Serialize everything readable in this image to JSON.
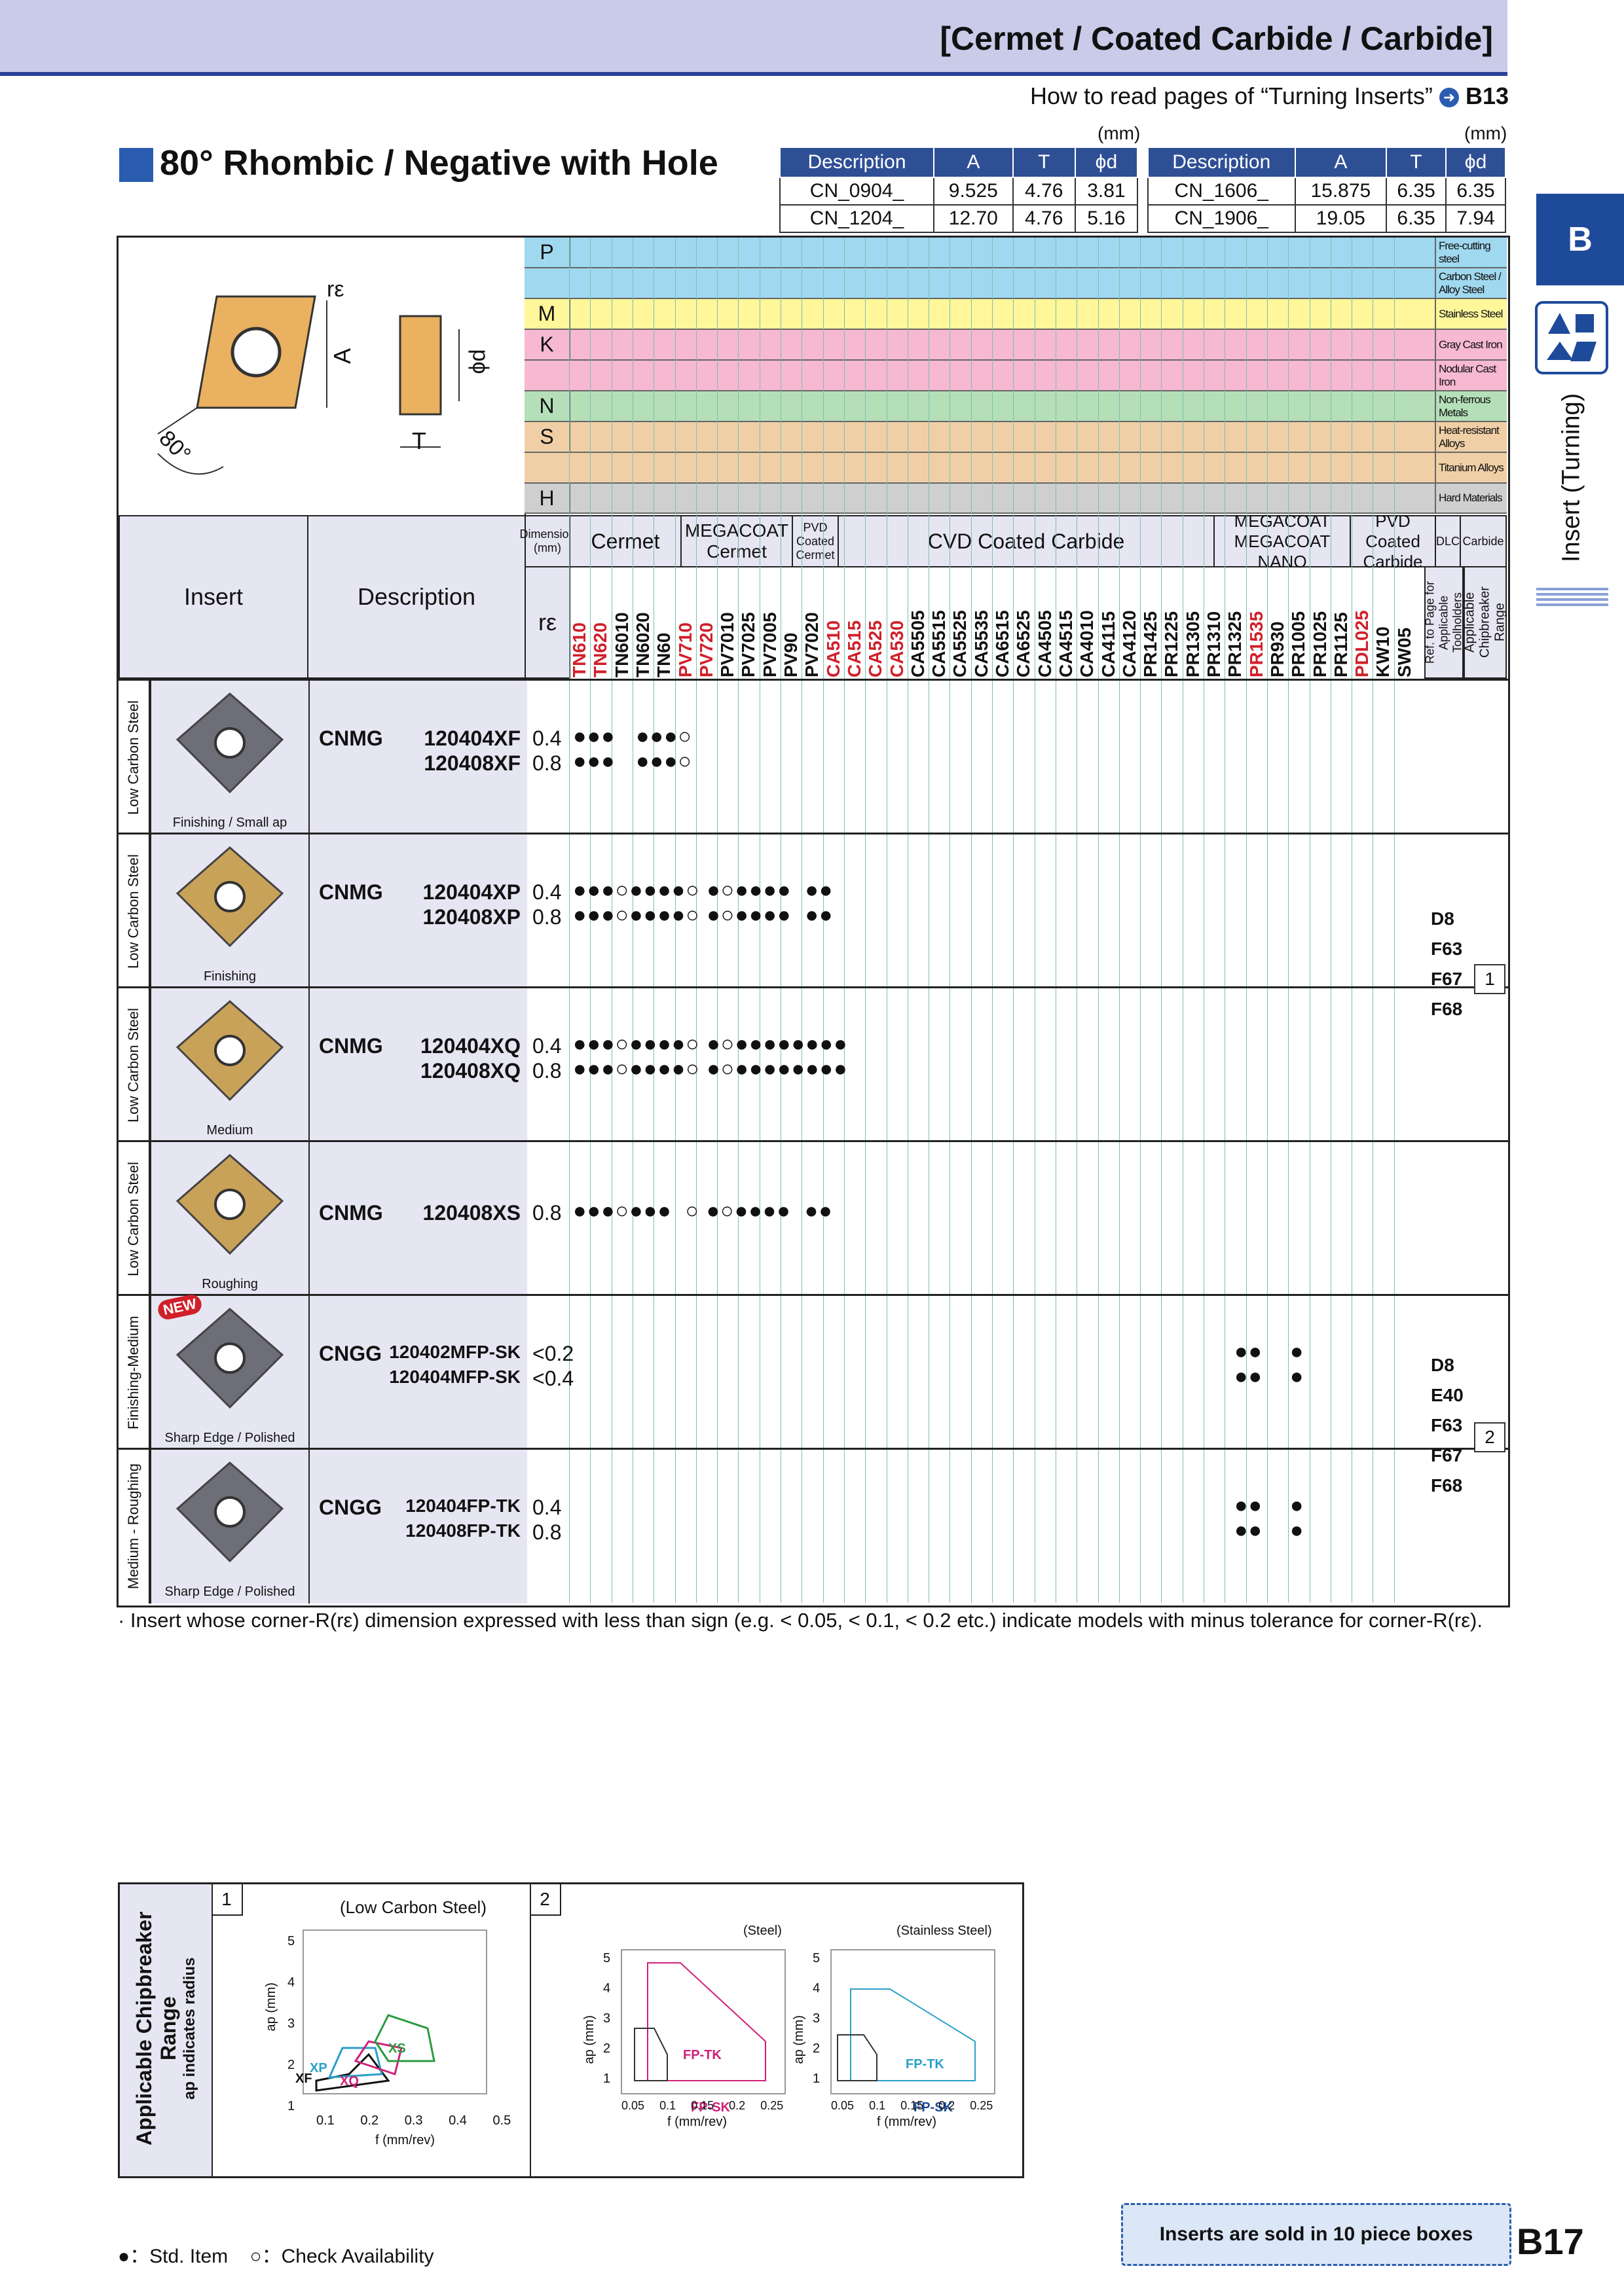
{
  "header": {
    "title": "[Cermet / Coated Carbide / Carbide]",
    "howto": "How to read pages of “Turning Inserts”",
    "howto_ref": "B13"
  },
  "side": {
    "tab": "B",
    "label": "Insert (Turning)"
  },
  "page_title": "80° Rhombic / Negative with Hole",
  "dim_tables": [
    {
      "unit": "(mm)",
      "headers": [
        "Description",
        "A",
        "T",
        "ϕd"
      ],
      "rows": [
        [
          "CN_0904_",
          "9.525",
          "4.76",
          "3.81"
        ],
        [
          "CN_1204_",
          "12.70",
          "4.76",
          "5.16"
        ]
      ]
    },
    {
      "unit": "(mm)",
      "headers": [
        "Description",
        "A",
        "T",
        "ϕd"
      ],
      "rows": [
        [
          "CN_1606_",
          "15.875",
          "6.35",
          "6.35"
        ],
        [
          "CN_1906_",
          "19.05",
          "6.35",
          "7.94"
        ]
      ]
    }
  ],
  "diagram_labels": {
    "re": "rε",
    "a": "A",
    "t": "T",
    "d": "ϕd",
    "angle": "80°"
  },
  "materials": [
    {
      "letter": "P",
      "names": [
        "Free-cutting steel",
        "Carbon Steel / Alloy Steel"
      ],
      "color": "#9fd8ef"
    },
    {
      "letter": "M",
      "names": [
        "Stainless Steel"
      ],
      "color": "#fff79a"
    },
    {
      "letter": "K",
      "names": [
        "Gray Cast Iron",
        "Nodular Cast Iron"
      ],
      "color": "#f7b8d2"
    },
    {
      "letter": "N",
      "names": [
        "Non-ferrous Metals"
      ],
      "color": "#b5dfb8"
    },
    {
      "letter": "S",
      "names": [
        "Heat-resistant Alloys",
        "Titanium Alloys"
      ],
      "color": "#f0cfa6"
    },
    {
      "letter": "H",
      "names": [
        "Hard Materials"
      ],
      "color": "#cfcfcf"
    }
  ],
  "col_headers": {
    "insert": "Insert",
    "description": "Description",
    "dimension": "Dimension (mm)",
    "re": "rε",
    "groups": [
      "Cermet",
      "MEGACOAT Cermet",
      "PVD Coated Cermet",
      "CVD Coated Carbide",
      "MEGACOAT MEGACOAT NANO",
      "PVD Coated Carbide",
      "DLC",
      "Carbide"
    ],
    "ref": "Ref. to Page for Applicable Toolholders",
    "range": "Applicable Chipbreaker Range"
  },
  "grades": [
    {
      "name": "TN610",
      "color": "#d0202a"
    },
    {
      "name": "TN620",
      "color": "#d0202a"
    },
    {
      "name": "TN6010",
      "color": "#111"
    },
    {
      "name": "TN6020",
      "color": "#111"
    },
    {
      "name": "TN60",
      "color": "#111"
    },
    {
      "name": "PV710",
      "color": "#d0202a"
    },
    {
      "name": "PV720",
      "color": "#d0202a"
    },
    {
      "name": "PV7010",
      "color": "#111"
    },
    {
      "name": "PV7025",
      "color": "#111"
    },
    {
      "name": "PV7005",
      "color": "#111"
    },
    {
      "name": "PV90",
      "color": "#111"
    },
    {
      "name": "PV7020",
      "color": "#111"
    },
    {
      "name": "CA510",
      "color": "#d0202a"
    },
    {
      "name": "CA515",
      "color": "#d0202a"
    },
    {
      "name": "CA525",
      "color": "#d0202a"
    },
    {
      "name": "CA530",
      "color": "#d0202a"
    },
    {
      "name": "CA5505",
      "color": "#111"
    },
    {
      "name": "CA5515",
      "color": "#111"
    },
    {
      "name": "CA5525",
      "color": "#111"
    },
    {
      "name": "CA5535",
      "color": "#111"
    },
    {
      "name": "CA6515",
      "color": "#111"
    },
    {
      "name": "CA6525",
      "color": "#111"
    },
    {
      "name": "CA4505",
      "color": "#111"
    },
    {
      "name": "CA4515",
      "color": "#111"
    },
    {
      "name": "CA4010",
      "color": "#111"
    },
    {
      "name": "CA4115",
      "color": "#111"
    },
    {
      "name": "CA4120",
      "color": "#111"
    },
    {
      "name": "PR1425",
      "color": "#111"
    },
    {
      "name": "PR1225",
      "color": "#111"
    },
    {
      "name": "PR1305",
      "color": "#111"
    },
    {
      "name": "PR1310",
      "color": "#111"
    },
    {
      "name": "PR1325",
      "color": "#111"
    },
    {
      "name": "PR1535",
      "color": "#d0202a"
    },
    {
      "name": "PR930",
      "color": "#111"
    },
    {
      "name": "PR1005",
      "color": "#111"
    },
    {
      "name": "PR1025",
      "color": "#111"
    },
    {
      "name": "PR1125",
      "color": "#111"
    },
    {
      "name": "PDL025",
      "color": "#d0202a"
    },
    {
      "name": "KW10",
      "color": "#111"
    },
    {
      "name": "SW05",
      "color": "#111"
    }
  ],
  "rows": [
    {
      "steel": "Low Carbon Steel",
      "caption": "Finishing / Small ap",
      "code": "CNMG",
      "items": [
        {
          "num": "120404XF",
          "re": "0.4",
          "dots": "●●●   ●●●○"
        },
        {
          "num": "120408XF",
          "re": "0.8",
          "dots": "●●●   ●●●○"
        }
      ]
    },
    {
      "steel": "Low Carbon Steel",
      "caption": "Finishing",
      "code": "CNMG",
      "items": [
        {
          "num": "120404XP",
          "re": "0.4",
          "dots": "●●●○●●●●○ ●○●●●●  ●●"
        },
        {
          "num": "120408XP",
          "re": "0.8",
          "dots": "●●●○●●●●○ ●○●●●●  ●●"
        }
      ]
    },
    {
      "steel": "Low Carbon Steel",
      "caption": "Medium",
      "code": "CNMG",
      "items": [
        {
          "num": "120404XQ",
          "re": "0.4",
          "dots": "●●●○●●●●○ ●○●●●●●●●●"
        },
        {
          "num": "120408XQ",
          "re": "0.8",
          "dots": "●●●○●●●●○ ●○●●●●●●●●"
        }
      ]
    },
    {
      "steel": "Low Carbon Steel",
      "caption": "Roughing",
      "code": "CNMG",
      "items": [
        {
          "num": "120408XS",
          "re": "0.8",
          "dots": "●●●○●●●  ○ ●○●●●●  ●●"
        }
      ]
    },
    {
      "steel": "Finishing-Medium",
      "caption": "Sharp Edge / Polished",
      "code": "CNGG",
      "new": "NEW",
      "items": [
        {
          "num": "120402MFP-SK",
          "re": "<0.2",
          "dots": "●●    ●"
        },
        {
          "num": "120404MFP-SK",
          "re": "<0.4",
          "dots": "●●    ●"
        }
      ]
    },
    {
      "steel": "Medium - Roughing",
      "caption": "Sharp Edge / Polished",
      "code": "CNGG",
      "items": [
        {
          "num": "120404FP-TK",
          "re": "0.4",
          "dots": "●●    ●"
        },
        {
          "num": "120408FP-TK",
          "re": "0.8",
          "dots": "●●    ●"
        }
      ]
    }
  ],
  "refs_group1": [
    "D8",
    "F63",
    "F67",
    "F68"
  ],
  "range_group1": "1",
  "refs_group2": [
    "D8",
    "E40",
    "F63",
    "F67",
    "F68"
  ],
  "range_group2": "2",
  "note": "· Insert whose corner-R(rε) dimension expressed with less than sign (e.g. < 0.05, < 0.1, < 0.2 etc.) indicate models with minus tolerance for corner-R(rε).",
  "chipbreaker": {
    "title": "Applicable Chipbreaker Range",
    "subtitle": "ap indicates radius",
    "panel1": {
      "no": "1",
      "caption": "(Low Carbon Steel)",
      "xlabel": "f (mm/rev)",
      "ylabel": "ap (mm)",
      "xticks": [
        "0.1",
        "0.2",
        "0.3",
        "0.4",
        "0.5"
      ],
      "yticks": [
        "1",
        "2",
        "3",
        "4",
        "5"
      ],
      "labels": [
        "XF",
        "XP",
        "XQ",
        "XS"
      ]
    },
    "panel2": {
      "no": "2",
      "left_caption": "(Steel)",
      "right_caption": "(Stainless Steel)",
      "xlabel": "f (mm/rev)",
      "ylabel": "ap (mm)",
      "xticks": [
        "0.05",
        "0.1",
        "0.15",
        "0.2",
        "0.25"
      ],
      "yticks": [
        "1",
        "2",
        "3",
        "4",
        "5"
      ],
      "labels": [
        "FP-TK",
        "FP-SK"
      ]
    }
  },
  "legend": {
    "std": "●：Std. Item",
    "check": "○：Check Availability"
  },
  "pieces": "Inserts are sold in 10 piece boxes",
  "page_number": "B17"
}
